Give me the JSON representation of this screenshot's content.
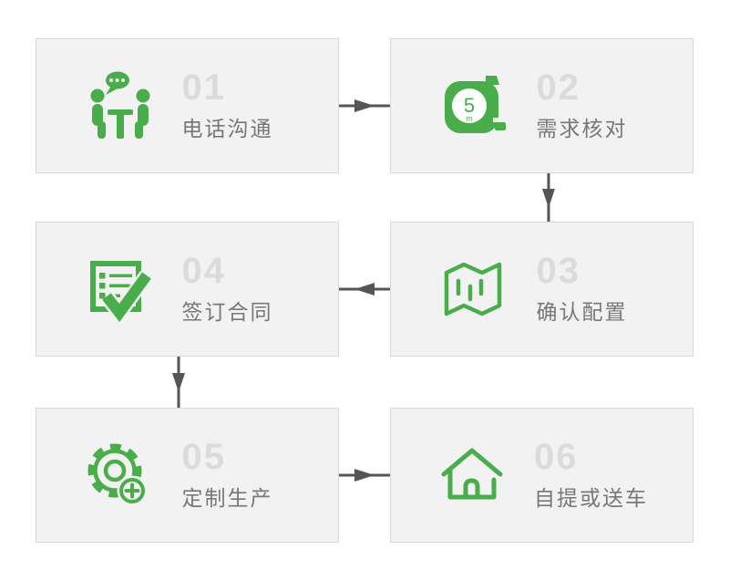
{
  "diagram": {
    "type": "process-flow",
    "columns": 2,
    "rows": 3,
    "steps": [
      {
        "number": "01",
        "label": "电话沟通",
        "icon": "meeting-icon"
      },
      {
        "number": "02",
        "label": "需求核对",
        "icon": "tape-measure-icon"
      },
      {
        "number": "03",
        "label": "确认配置",
        "icon": "map-icon"
      },
      {
        "number": "04",
        "label": "签订合同",
        "icon": "checklist-check-icon"
      },
      {
        "number": "05",
        "label": "定制生产",
        "icon": "gear-plus-icon"
      },
      {
        "number": "06",
        "label": "自提或送车",
        "icon": "house-icon"
      }
    ],
    "flow": [
      {
        "from": "01",
        "to": "02",
        "direction": "right"
      },
      {
        "from": "02",
        "to": "03",
        "direction": "down"
      },
      {
        "from": "03",
        "to": "04",
        "direction": "left"
      },
      {
        "from": "04",
        "to": "05",
        "direction": "down"
      },
      {
        "from": "05",
        "to": "06",
        "direction": "right"
      }
    ],
    "colors": {
      "accent_green": "#4aad4b",
      "number_gray": "#dbdbdb",
      "label_gray": "#777777",
      "card_background": "#f2f2f2",
      "card_border": "#d8d8d8",
      "arrow_gray": "#555555",
      "page_background": "#ffffff"
    },
    "tape_measure_text": {
      "big": "5",
      "small": "m"
    }
  }
}
